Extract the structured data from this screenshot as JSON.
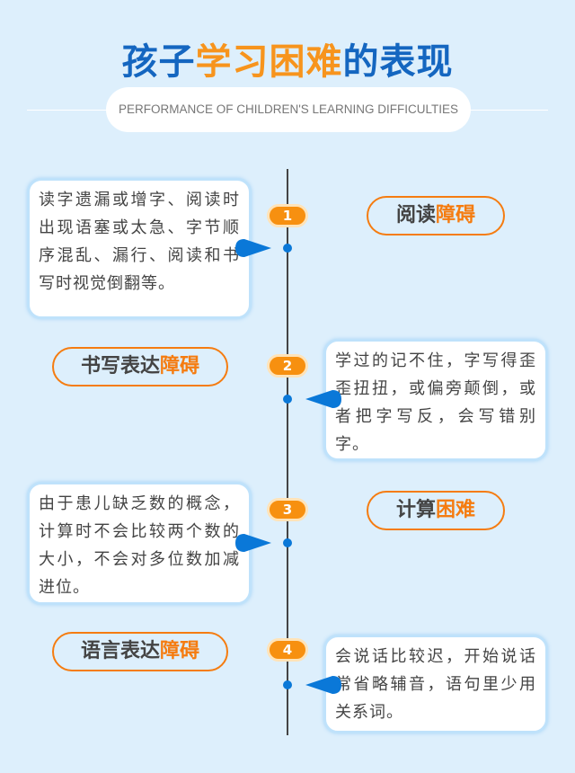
{
  "title": {
    "part1": "孩子",
    "part2": "学习困难",
    "part3": "的表现"
  },
  "subtitle": "PERFORMANCE OF CHILDREN'S LEARNING DIFFICULTIES",
  "colors": {
    "blue": "#1466c0",
    "orange": "#f7941d",
    "pointer": "#0a78d8"
  },
  "items": [
    {
      "number": "1",
      "label_a": "阅读",
      "label_b": "障碍",
      "text": "读字遗漏或增字、阅读时出现语塞或太急、字节顺序混乱、漏行、阅读和书写时视觉倒翻等。"
    },
    {
      "number": "2",
      "label_a": "书写表达",
      "label_b": "障碍",
      "text": "学过的记不住，字写得歪歪扭扭，或偏旁颠倒，或者把字写反，会写错别字。"
    },
    {
      "number": "3",
      "label_a": "计算",
      "label_b": "困难",
      "text": "由于患儿缺乏数的概念，计算时不会比较两个数的大小，不会对多位数加减进位。"
    },
    {
      "number": "4",
      "label_a": "语言表达",
      "label_b": "障碍",
      "text": "会说话比较迟，开始说话常省略辅音，语句里少用关系词。"
    }
  ]
}
